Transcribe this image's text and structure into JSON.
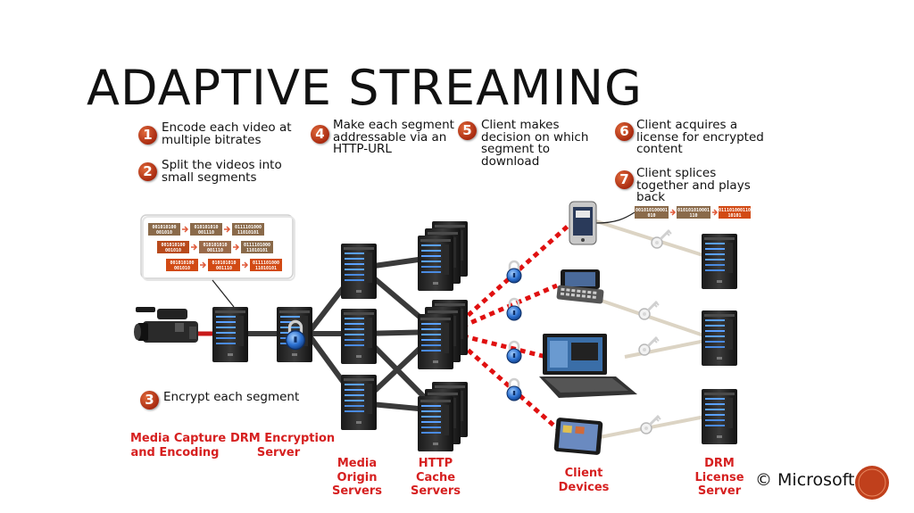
{
  "title": "ADAPTIVE STREAMING",
  "steps": [
    {
      "num": "1",
      "text": [
        "Encode each video at",
        "multiple bitrates"
      ]
    },
    {
      "num": "2",
      "text": [
        "Split the videos into",
        "small segments"
      ]
    },
    {
      "num": "3",
      "text": [
        "Encrypt each segment"
      ]
    },
    {
      "num": "4",
      "text": [
        "Make each segment",
        "addressable via an",
        "HTTP-URL"
      ]
    },
    {
      "num": "5",
      "text": [
        "Client makes",
        "decision on which",
        "segment to",
        "download"
      ]
    },
    {
      "num": "6",
      "text": [
        "Client acquires a",
        "license for encrypted",
        "content"
      ]
    },
    {
      "num": "7",
      "text": [
        "Client splices",
        "together and plays",
        "back"
      ]
    }
  ],
  "labels": {
    "media_capture": [
      "Media Capture",
      "and Encoding"
    ],
    "drm_encryption": [
      "DRM Encryption",
      "Server"
    ],
    "media_origin": [
      "Media",
      "Origin",
      "Servers"
    ],
    "http_cache": [
      "HTTP",
      "Cache",
      "Servers"
    ],
    "client_devices": [
      "Client",
      "Devices"
    ],
    "drm_license": [
      "DRM",
      "License",
      "Server"
    ]
  },
  "segments": {
    "rows": [
      [
        "001010100\n001010",
        "010101010\n001110",
        "0111101000\n11010101"
      ],
      [
        "001010100\n001010",
        "010101010\n001110",
        "0111101000\n11010101"
      ],
      [
        "001010100\n001010",
        "010101010\n001110",
        "0111101000\n11010101"
      ]
    ],
    "client": [
      "001010100001\n010",
      "010101010001\n110",
      "011101000110\n10101"
    ]
  },
  "copyright": "© Microsoft",
  "colors": {
    "accent_red": "#d62020",
    "badge": "#c0401c",
    "row1": "#8a6a4a",
    "row2": "#b84a1c",
    "row3": "#d24a14",
    "link": "#3a3a3a",
    "stream": "#e01010"
  }
}
